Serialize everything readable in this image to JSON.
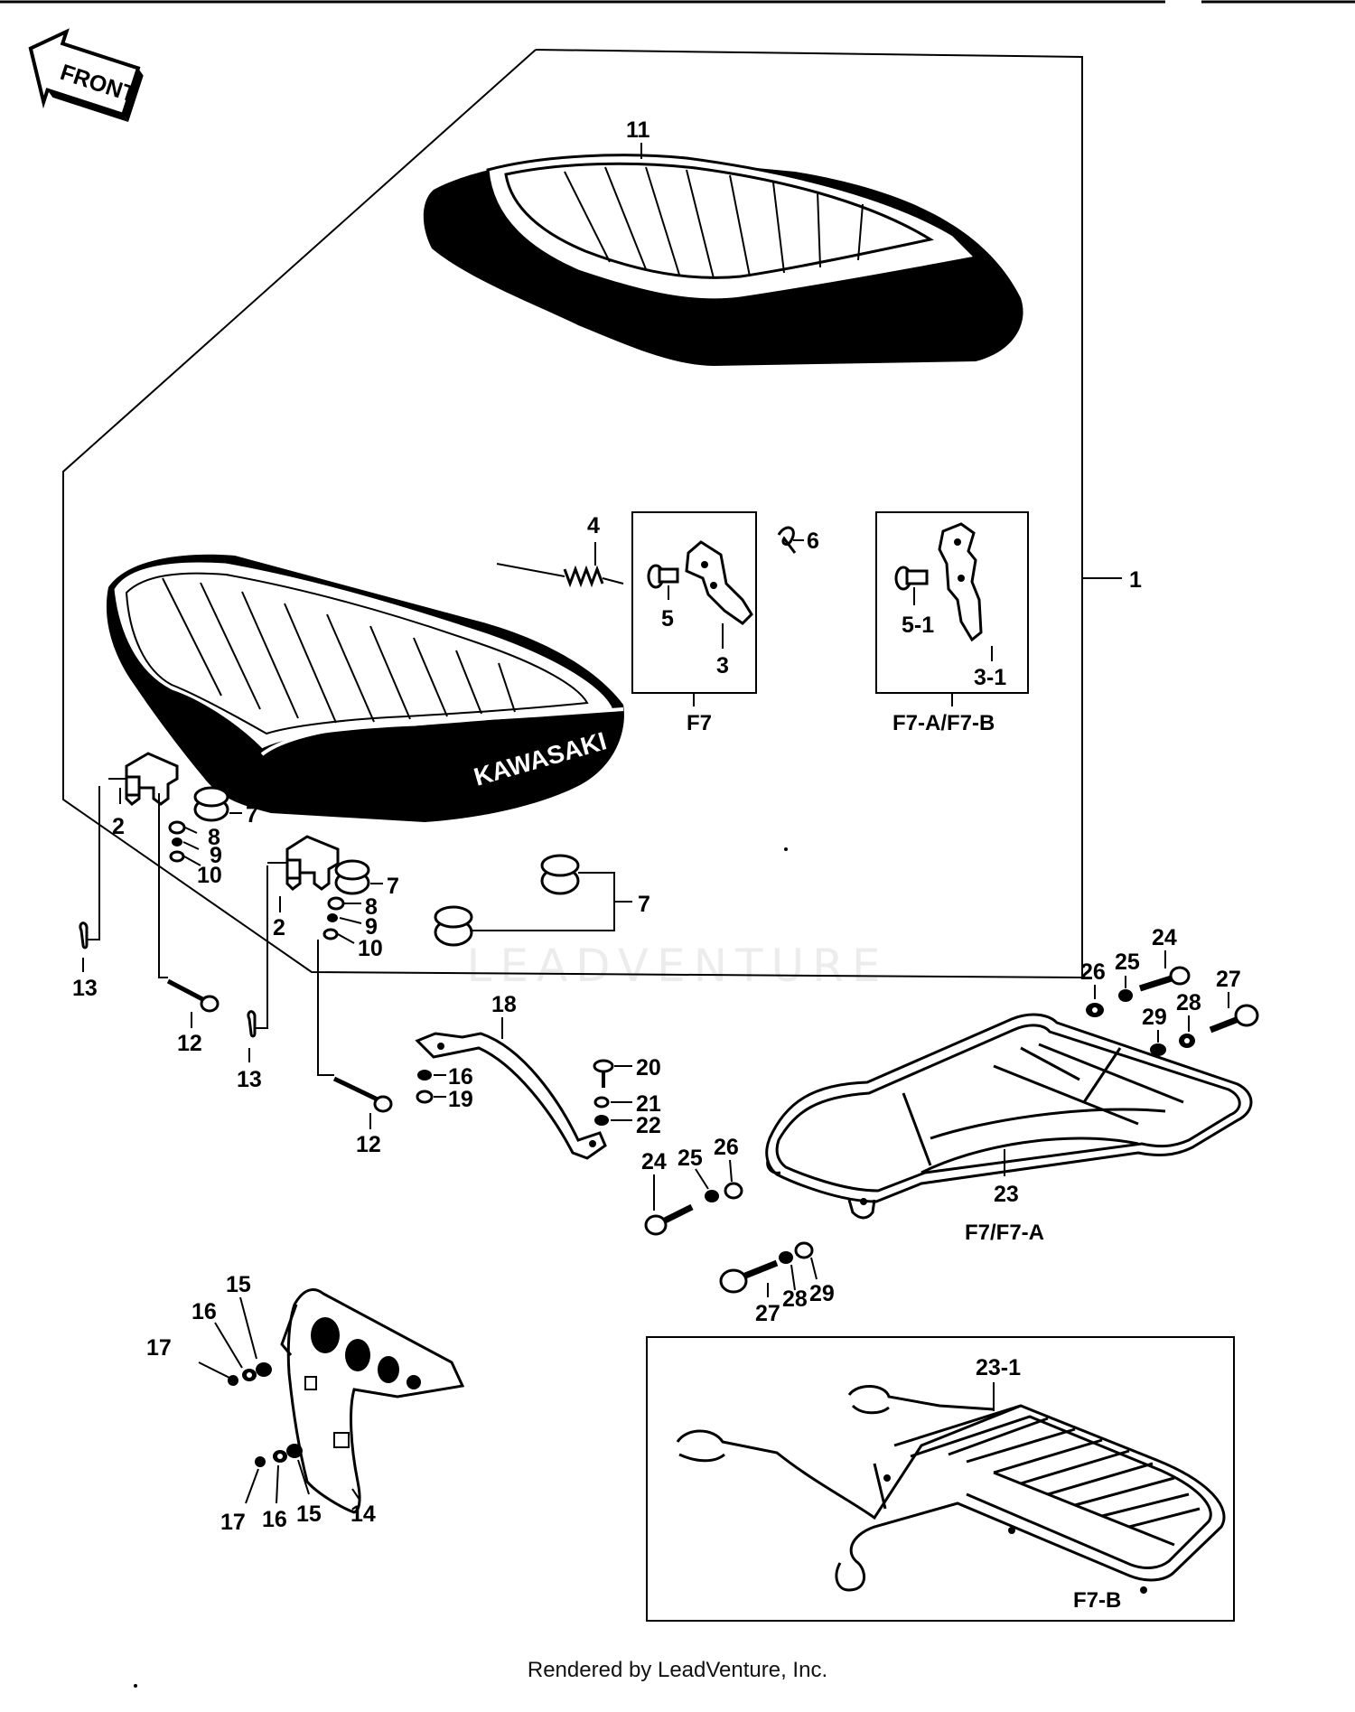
{
  "badge": {
    "front": "FRONT"
  },
  "brand": {
    "seat_logo": "KAWASAKI",
    "watermark": "LEADVENTURE"
  },
  "callouts": {
    "c1": "1",
    "c2a": "2",
    "c2b": "2",
    "c3": "3",
    "c3_1": "3-1",
    "c4": "4",
    "c5": "5",
    "c5_1": "5-1",
    "c6": "6",
    "c7a": "7",
    "c7b": "7",
    "c7c": "7",
    "c8a": "8",
    "c8b": "8",
    "c9a": "9",
    "c9b": "9",
    "c10a": "10",
    "c10b": "10",
    "c11": "11",
    "c12a": "12",
    "c12b": "12",
    "c13a": "13",
    "c13b": "13",
    "c14": "14",
    "c15a": "15",
    "c15b": "15",
    "c16a": "16",
    "c16b": "16",
    "c16c": "16",
    "c17a": "17",
    "c17b": "17",
    "c18": "18",
    "c19": "19",
    "c20": "20",
    "c21": "21",
    "c22": "22",
    "c23": "23",
    "c23_1": "23-1",
    "c24a": "24",
    "c24b": "24",
    "c25a": "25",
    "c25b": "25",
    "c26a": "26",
    "c26b": "26",
    "c27a": "27",
    "c27b": "27",
    "c28a": "28",
    "c28b": "28",
    "c29a": "29",
    "c29b": "29"
  },
  "variants": {
    "f7": "F7",
    "f7a_f7b": "F7-A/F7-B",
    "f7_f7a": "F7/F7-A",
    "f7b": "F7-B"
  },
  "footer": {
    "rendered_by": "Rendered by LeadVenture, Inc."
  }
}
